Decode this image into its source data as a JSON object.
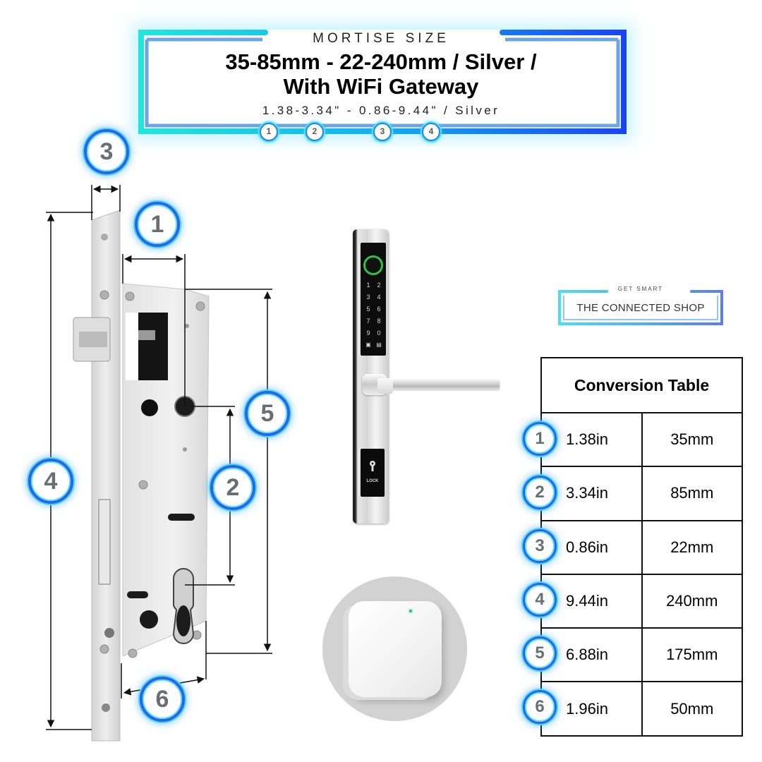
{
  "header": {
    "kicker": "MORTISE SIZE",
    "title_line1": "35-85mm - 22-240mm / Silver /",
    "title_line2": "With WiFi Gateway",
    "subtitle": "1.38-3.34\" - 0.86-9.44\" / Silver",
    "markers": [
      "1",
      "2",
      "3",
      "4"
    ],
    "colors": {
      "frame_left": "#22e3e0",
      "frame_right": "#1e54f0",
      "frame_inner": "#6aa6e6"
    }
  },
  "diagram": {
    "badges": [
      {
        "id": "1",
        "label": "1"
      },
      {
        "id": "2",
        "label": "2"
      },
      {
        "id": "3",
        "label": "3"
      },
      {
        "id": "4",
        "label": "4"
      },
      {
        "id": "5",
        "label": "5"
      },
      {
        "id": "6",
        "label": "6"
      }
    ]
  },
  "smart_lock": {
    "keypad_keys": [
      "1",
      "2",
      "3",
      "4",
      "5",
      "6",
      "7",
      "8",
      "9",
      "0"
    ],
    "key_icon": "🔑",
    "lock_label": "LOCK",
    "fingerprint_color": "#2ec24a"
  },
  "gateway": {
    "led_color": "#23c07a"
  },
  "brand": {
    "kicker": "GET SMART",
    "name": "THE CONNECTED SHOP"
  },
  "conversion_table": {
    "title": "Conversion Table",
    "rows": [
      {
        "badge": "1",
        "inch": "1.38in",
        "mm": "35mm"
      },
      {
        "badge": "2",
        "inch": "3.34in",
        "mm": "85mm"
      },
      {
        "badge": "3",
        "inch": "0.86in",
        "mm": "22mm"
      },
      {
        "badge": "4",
        "inch": "9.44in",
        "mm": "240mm"
      },
      {
        "badge": "5",
        "inch": "6.88in",
        "mm": "175mm"
      },
      {
        "badge": "6",
        "inch": "1.96in",
        "mm": "50mm"
      }
    ]
  }
}
